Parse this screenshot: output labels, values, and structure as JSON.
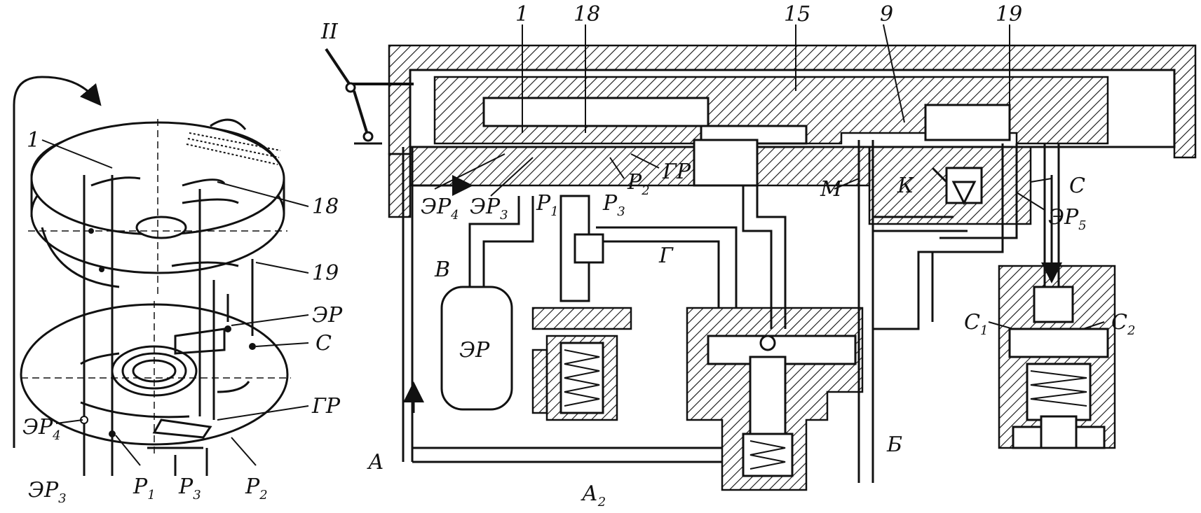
{
  "left_view": {
    "labels": {
      "l1": "1",
      "l18": "18",
      "l19": "19",
      "er": "ЭР",
      "c": "С",
      "gr": "ГР",
      "er4": "ЭР",
      "er4_sub": "4",
      "er3": "ЭР",
      "er3_sub": "3",
      "p1": "Р",
      "p1_sub": "1",
      "p3": "Р",
      "p3_sub": "3",
      "p2": "Р",
      "p2_sub": "2"
    }
  },
  "right_view": {
    "labels": {
      "roman2": "II",
      "l1": "1",
      "l18": "18",
      "l15": "15",
      "l9": "9",
      "l19": "19",
      "er4": "ЭР",
      "er4_sub": "4",
      "er3": "ЭР",
      "er3_sub": "3",
      "p1": "Р",
      "p1_sub": "1",
      "p3": "Р",
      "p3_sub": "3",
      "p2": "Р",
      "p2_sub": "2",
      "gr": "ГР",
      "m": "М",
      "k": "К",
      "c": "С",
      "er5": "ЭР",
      "er5_sub": "5",
      "v": "В",
      "g": "Г",
      "er_tank": "ЭР",
      "c1": "С",
      "c1_sub": "1",
      "c2": "С",
      "c2_sub": "2",
      "a": "А",
      "a2": "А",
      "a2_sub": "2",
      "b": "Б"
    }
  }
}
